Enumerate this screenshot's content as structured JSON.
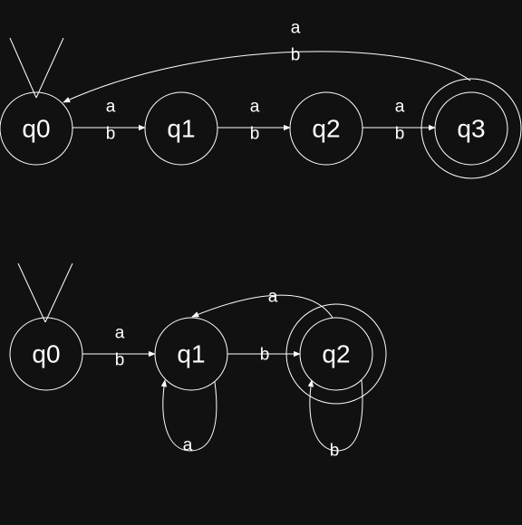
{
  "colors": {
    "background": "#111111",
    "stroke": "#ffffff",
    "text": "#ffffff"
  },
  "automaton_top": {
    "states": [
      {
        "id": "q0",
        "label": "q0",
        "start": true,
        "accepting": false
      },
      {
        "id": "q1",
        "label": "q1",
        "start": false,
        "accepting": false
      },
      {
        "id": "q2",
        "label": "q2",
        "start": false,
        "accepting": false
      },
      {
        "id": "q3",
        "label": "q3",
        "start": false,
        "accepting": true
      }
    ],
    "transitions": [
      {
        "from": "q0",
        "to": "q1",
        "symbols": [
          "a",
          "b"
        ]
      },
      {
        "from": "q1",
        "to": "q2",
        "symbols": [
          "a",
          "b"
        ]
      },
      {
        "from": "q2",
        "to": "q3",
        "symbols": [
          "a",
          "b"
        ]
      },
      {
        "from": "q3",
        "to": "q0",
        "symbols": [
          "a",
          "b"
        ]
      }
    ]
  },
  "automaton_bottom": {
    "states": [
      {
        "id": "q0",
        "label": "q0",
        "start": true,
        "accepting": false
      },
      {
        "id": "q1",
        "label": "q1",
        "start": false,
        "accepting": false
      },
      {
        "id": "q2",
        "label": "q2",
        "start": false,
        "accepting": true
      }
    ],
    "transitions": [
      {
        "from": "q0",
        "to": "q1",
        "symbols": [
          "a",
          "b"
        ]
      },
      {
        "from": "q1",
        "to": "q2",
        "symbols": [
          "b"
        ]
      },
      {
        "from": "q2",
        "to": "q1",
        "symbols": [
          "a"
        ]
      },
      {
        "from": "q1",
        "to": "q1",
        "symbols": [
          "a"
        ]
      },
      {
        "from": "q2",
        "to": "q2",
        "symbols": [
          "b"
        ]
      }
    ]
  }
}
